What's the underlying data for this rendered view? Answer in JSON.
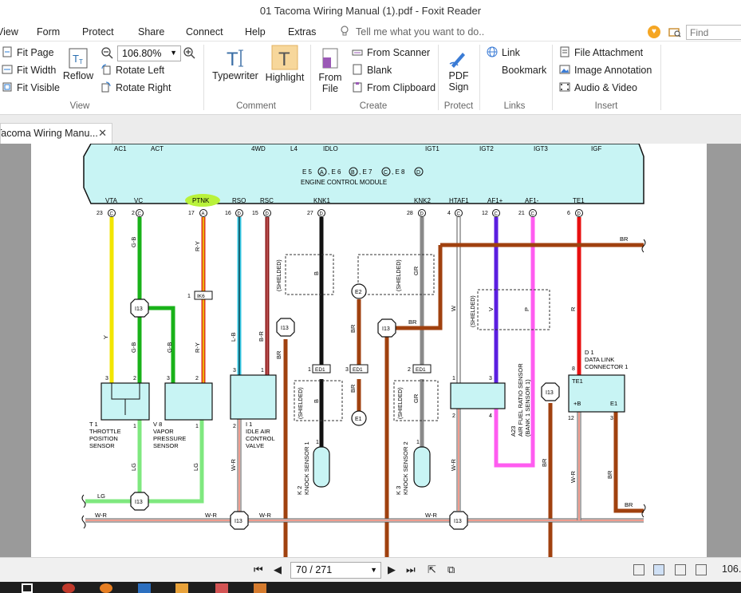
{
  "window": {
    "title": "01 Tacoma Wiring Manual (1).pdf - Foxit Reader"
  },
  "menu": {
    "items": [
      "View",
      "Form",
      "Protect",
      "Share",
      "Connect",
      "Help",
      "Extras"
    ],
    "tell_me": "Tell me what you want to do..",
    "find_placeholder": "Find"
  },
  "ribbon": {
    "view_group": {
      "fit_page": "Fit Page",
      "fit_width": "Fit Width",
      "fit_visible": "Fit Visible",
      "reflow": "Reflow",
      "zoom_value": "106.80%",
      "rotate_left": "Rotate Left",
      "rotate_right": "Rotate Right",
      "label": "View"
    },
    "comment_group": {
      "typewriter": "Typewriter",
      "highlight": "Highlight",
      "label": "Comment"
    },
    "create_group": {
      "from_file_1": "From",
      "from_file_2": "File",
      "from_scanner": "From Scanner",
      "blank": "Blank",
      "from_clipboard": "From Clipboard",
      "label": "Create"
    },
    "protect_group": {
      "pdf_sign_1": "PDF",
      "pdf_sign_2": "Sign",
      "label": "Protect"
    },
    "links_group": {
      "link": "Link",
      "bookmark": "Bookmark",
      "label": "Links"
    },
    "insert_group": {
      "file_attachment": "File Attachment",
      "image_annotation": "Image Annotation",
      "audio_video": "Audio & Video",
      "label": "Insert"
    }
  },
  "doc_tab": {
    "label": "Tacoma Wiring Manu..."
  },
  "diagram": {
    "ecm_top_pins": [
      "AC1",
      "ACT",
      "4WD",
      "L4",
      "IDLO",
      "IGT1",
      "IGT2",
      "IGT3",
      "IGF"
    ],
    "ecm_connectors": {
      "prefix_a": "E 5",
      "letter_a": "A",
      "prefix_b": ", E 6",
      "letter_b": "B",
      "prefix_c": ", E 7",
      "letter_c": "C",
      "prefix_d": ", E 8",
      "letter_d": "D"
    },
    "ecm_name": "ENGINE CONTROL MODULE",
    "ecm_bottom_pins": [
      {
        "name": "VTA",
        "num": "23",
        "conn": "C"
      },
      {
        "name": "VC",
        "num": "2",
        "conn": "C"
      },
      {
        "name": "PTNK",
        "num": "17",
        "conn": "A"
      },
      {
        "name": "RSO",
        "num": "16",
        "conn": "D"
      },
      {
        "name": "RSC",
        "num": "15",
        "conn": "D"
      },
      {
        "name": "KNK1",
        "num": "27",
        "conn": "D"
      },
      {
        "name": "KNK2",
        "num": "28",
        "conn": "D"
      },
      {
        "name": "HTAF1",
        "num": "4",
        "conn": "C"
      },
      {
        "name": "AF1+",
        "num": "12",
        "conn": "C"
      },
      {
        "name": "AF1-",
        "num": "21",
        "conn": "C"
      },
      {
        "name": "TE1",
        "num": "6",
        "conn": "D"
      }
    ],
    "wire_codes": {
      "gb": "G-B",
      "ry": "R-Y",
      "y": "Y",
      "lb": "L-B",
      "br_red": "B-R",
      "br": "BR",
      "b": "B",
      "gr": "GR",
      "w": "W",
      "v": "V",
      "p": "P",
      "r": "R",
      "lg": "LG",
      "wr": "W-R"
    },
    "junctions": {
      "i13": "I13",
      "e2": "E2",
      "e1": "E1",
      "ik6": "IK6",
      "ed1": "ED1"
    },
    "shielded": "(SHIELDED)",
    "components": {
      "t1_code": "T 1",
      "t1_l1": "THROTTLE",
      "t1_l2": "POSITION",
      "t1_l3": "SENSOR",
      "v8_code": "V 8",
      "v8_l1": "VAPOR",
      "v8_l2": "PRESSURE",
      "v8_l3": "SENSOR",
      "i1_code": "I 1",
      "i1_l1": "IDLE AIR",
      "i1_l2": "CONTROL",
      "i1_l3": "VALVE",
      "k2_code": "K 2",
      "k2_name": "KNOCK SENSOR 1",
      "k3_code": "K 3",
      "k3_name": "KNOCK SENSOR 2",
      "a23_code": "A23",
      "a23_l1": "AIR FUEL RATIO SENSOR",
      "a23_l2": "(BANK 1 SENSOR 1)",
      "d1_code": "D 1",
      "d1_l1": "DATA LINK",
      "d1_l2": "CONNECTOR 1",
      "d1_te1": "TE1",
      "d1_b": "+B",
      "d1_e1": "E1"
    },
    "pin_numbers": {
      "p1": "1",
      "p2": "2",
      "p3": "3",
      "p4": "4",
      "p8": "8",
      "p12": "12"
    },
    "colors": {
      "ecm_fill": "#c8f4f4",
      "yellow": "#f2e600",
      "green": "#19b219",
      "light_green": "#7fe87f",
      "red_yellow": "#e03a1c",
      "light_blue": "#35c9e6",
      "dark_red": "#8b1a1a",
      "black": "#111111",
      "brown": "#a0410f",
      "gray": "#8a8a8a",
      "violet": "#5b1fe0",
      "pink": "#ff5cf0",
      "red": "#e81010",
      "highlight": "#b9f23a"
    }
  },
  "statusbar": {
    "page_indicator": "70 / 271",
    "zoom": "106."
  }
}
